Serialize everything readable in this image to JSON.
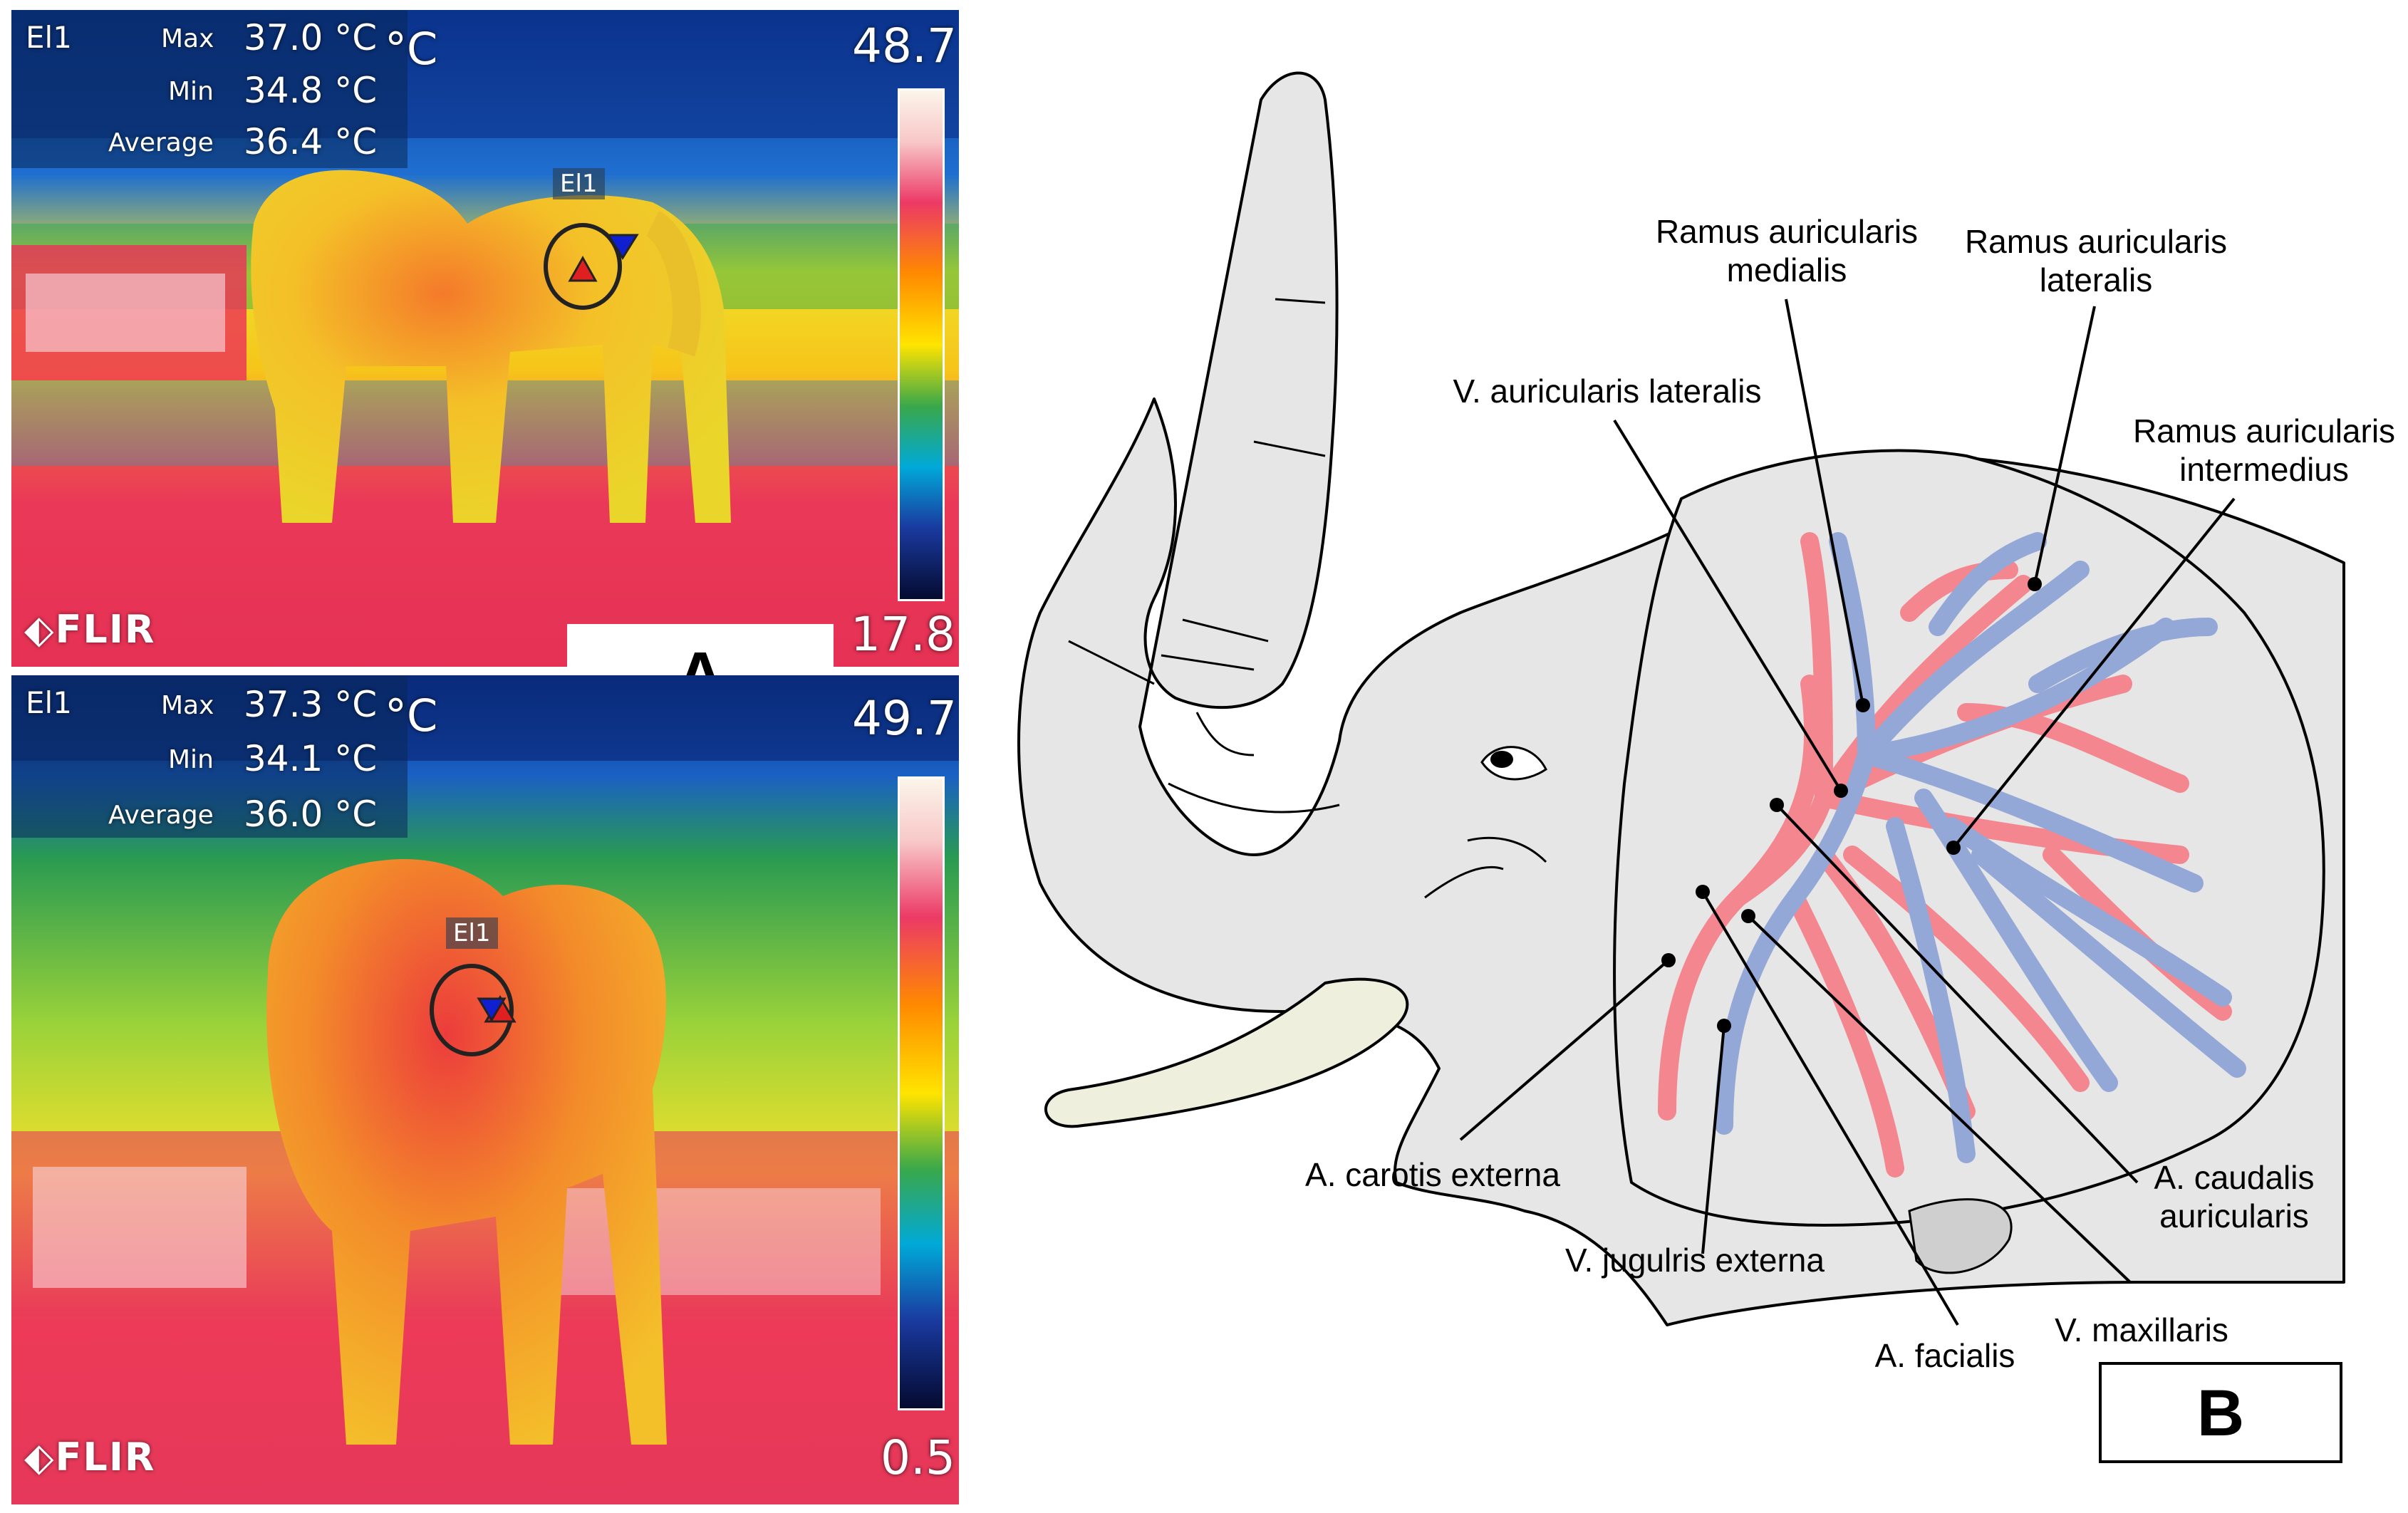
{
  "panel_a": {
    "label": "A",
    "spot_name": "El1",
    "max_label": "Max",
    "max_value": "37.0 °C",
    "min_label": "Min",
    "min_value": "34.8 °C",
    "avg_label": "Average",
    "avg_value": "36.4 °C",
    "unit": "°C",
    "scale_max": "48.7",
    "scale_min": "17.8",
    "marker_label": "El1",
    "brand": "FLIR"
  },
  "panel_b": {
    "spot_name": "El1",
    "max_label": "Max",
    "max_value": "37.3 °C",
    "min_label": "Min",
    "min_value": "34.1 °C",
    "avg_label": "Average",
    "avg_value": "36.0 °C",
    "unit": "°C",
    "scale_max": "49.7",
    "scale_min": "0.5",
    "marker_label": "El1",
    "brand": "FLIR"
  },
  "diagram": {
    "label": "B",
    "annotations": {
      "ramus_medialis_1": "Ramus auricularis",
      "ramus_medialis_2": "medialis",
      "ramus_lateralis_1": "Ramus auricularis",
      "ramus_lateralis_2": "lateralis",
      "ramus_intermedius_1": "Ramus auricularis",
      "ramus_intermedius_2": "intermedius",
      "v_auricularis_lateralis": "V. auricularis lateralis",
      "a_carotis_externa": "A. carotis externa",
      "v_jugulris_externa": "V. jugulris externa",
      "a_facialis": "A. facialis",
      "v_maxillaris": "V. maxillaris",
      "a_caudalis_1": "A. caudalis",
      "a_caudalis_2": "auricularis"
    }
  },
  "colors": {
    "artery": "#f4868f",
    "vein": "#94a8d8",
    "elephant_fill": "#e6e6e6",
    "outline": "#000000"
  }
}
